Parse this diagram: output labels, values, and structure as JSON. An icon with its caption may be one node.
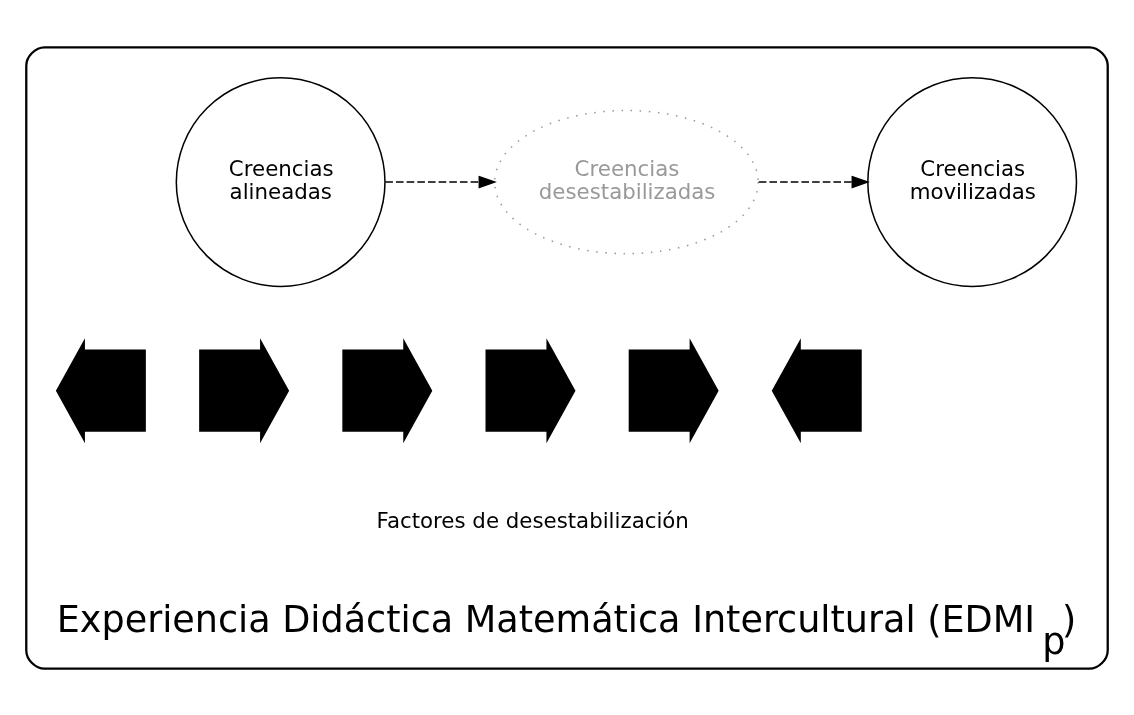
{
  "diagram": {
    "nodes": [
      {
        "text": [
          "Experiencia Didáctica Matemática Intercultural (EDMI$_{p}$)"
        ]
      },
      {
        "text": [
          "Creencias alineadas"
        ],
        "in": 0
      },
      {
        "text": [
          "Creencias desestabilizadas"
        ],
        "in": 0
      },
      {
        "text": [
          "Creencias movilizadas"
        ],
        "in": 0
      },
      {
        "text": [],
        "shape": "arrow",
        "in": 0
      },
      {
        "text": [],
        "shape": "arrow",
        "in": 0
      },
      {
        "text": [],
        "shape": "arrow",
        "in": 0
      },
      {
        "text": [],
        "shape": "arrow",
        "in": 0
      },
      {
        "text": [],
        "shape": "arrow",
        "in": 0
      },
      {
        "text": [],
        "shape": "arrow",
        "in": 0
      }
    ],
    "edges": [
      {
        "from": 1,
        "to": 2,
        "arrow": "to",
        "style": "dashed"
      },
      {
        "from": 2,
        "to": 3,
        "arrow": "to",
        "style": "dashed"
      }
    ],
    "labels": [
      "Factores de desestabilización"
    ]
  }
}
